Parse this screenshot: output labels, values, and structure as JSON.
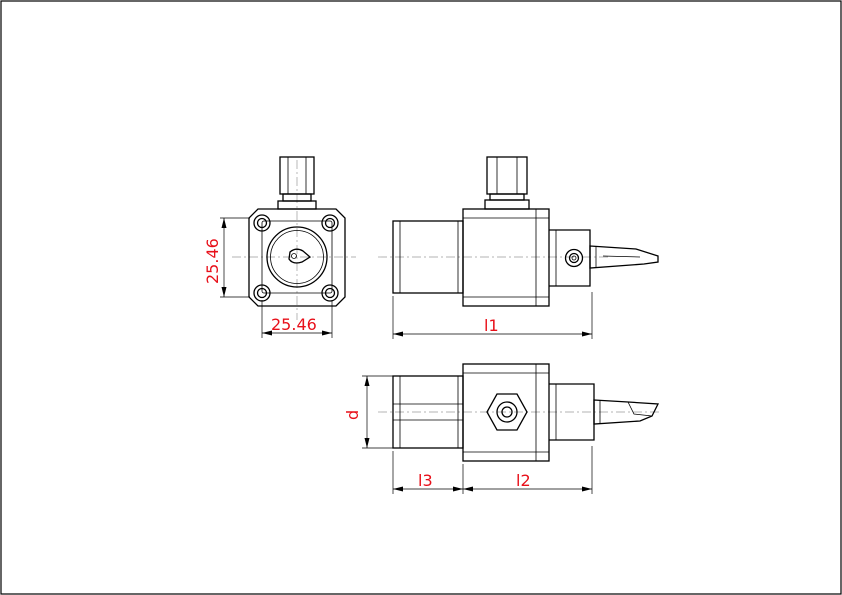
{
  "drawing": {
    "dimensions": {
      "front_height": "25.46",
      "front_width": "25.46",
      "side_length": "l1",
      "top_diameter": "d",
      "top_shank_length": "l3",
      "top_body_length": "l2"
    },
    "colors": {
      "outline": "#000000",
      "dimension_text": "#e8101a",
      "centerline": "#9a9a9a",
      "frame": "#000000"
    }
  }
}
